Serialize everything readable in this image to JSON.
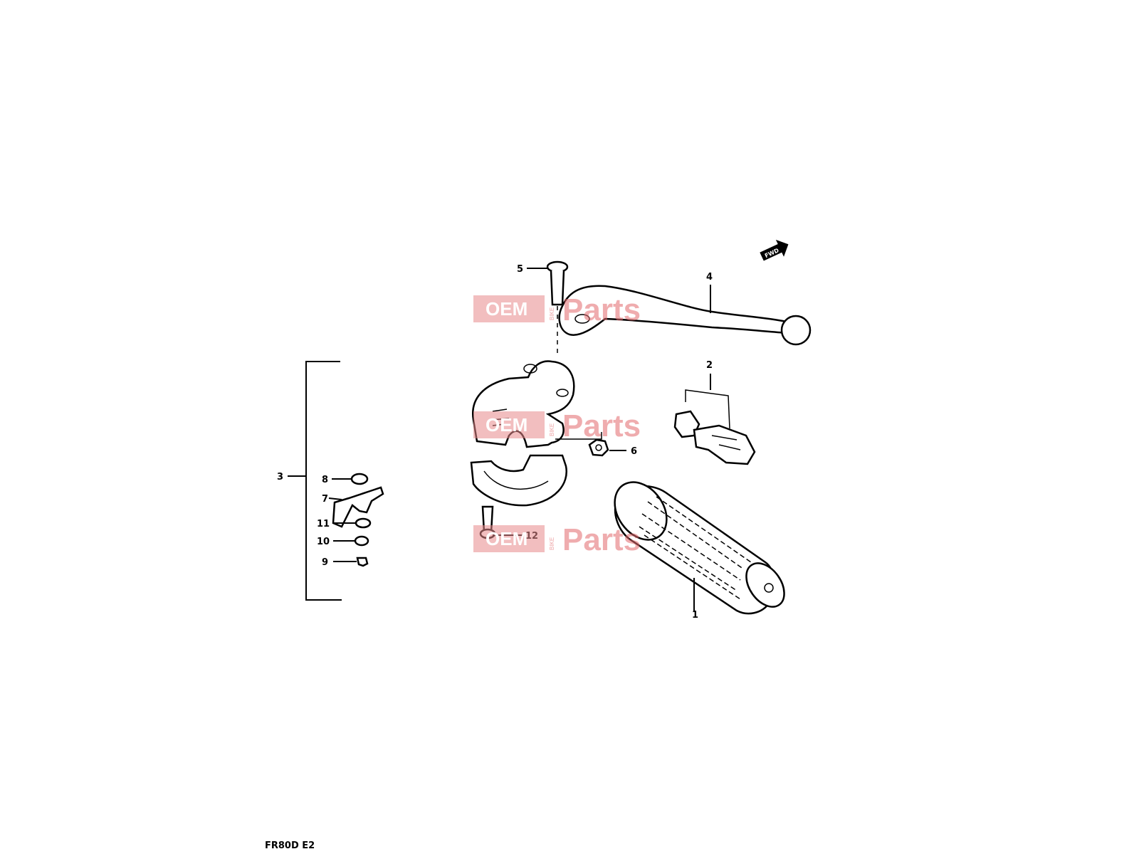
{
  "diagram": {
    "callouts": {
      "c1": "1",
      "c2": "2",
      "c3": "3",
      "c4": "4",
      "c5": "5",
      "c6": "6",
      "c7": "7",
      "c8": "8",
      "c9": "9",
      "c10": "10",
      "c11": "11",
      "c12": "12"
    },
    "direction_marker": "FWD",
    "footer_code": "FR80D E2"
  },
  "watermark": {
    "brand_left": "OEM",
    "brand_small": "BIKE",
    "brand_right": "Parts",
    "color": "#e26a6d"
  }
}
